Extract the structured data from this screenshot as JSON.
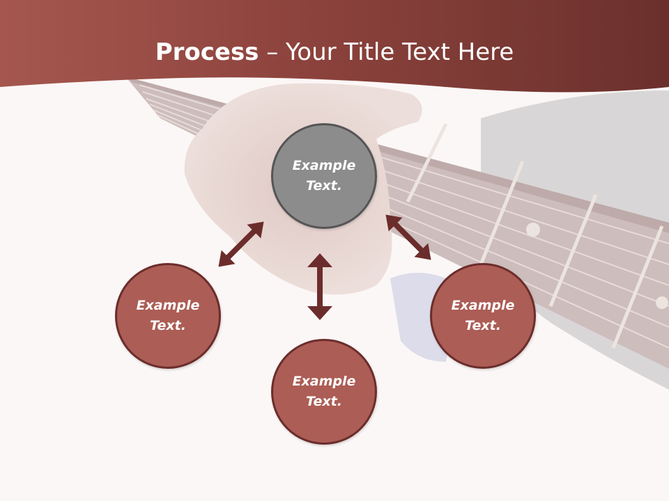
{
  "title": {
    "bold": "Process",
    "rest": " – Your Title Text Here"
  },
  "nodes": {
    "top": "Example Text.",
    "left": "Example Text.",
    "right": "Example Text.",
    "bottom": "Example Text."
  },
  "colors": {
    "header": "#8a3f3a",
    "node_fill": "#ac5d55",
    "node_border": "#6b2d2b",
    "center_fill": "#8c8c8c",
    "arrow": "#6b2d2b"
  }
}
